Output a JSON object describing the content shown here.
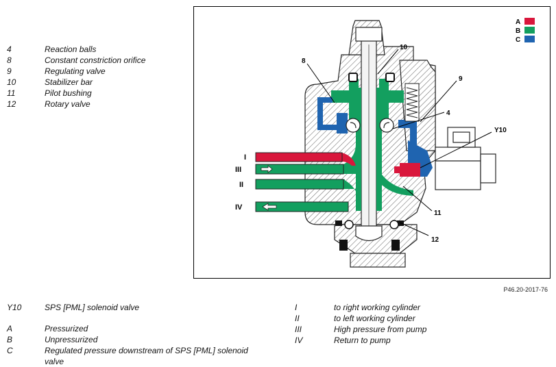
{
  "figure": {
    "reference": "P46.20-2017-76",
    "color_key": [
      {
        "label": "A",
        "color": "#d9173c"
      },
      {
        "label": "B",
        "color": "#139f5f"
      },
      {
        "label": "C",
        "color": "#1f64b0"
      }
    ],
    "callouts": [
      "8",
      "10",
      "9",
      "4",
      "Y10",
      "11",
      "12"
    ],
    "port_labels": [
      "I",
      "III",
      "II",
      "IV"
    ]
  },
  "legend_components": [
    {
      "key": "4",
      "text": "Reaction balls"
    },
    {
      "key": "8",
      "text": "Constant constriction orifice"
    },
    {
      "key": "9",
      "text": "Regulating valve"
    },
    {
      "key": "10",
      "text": "Stabilizer bar"
    },
    {
      "key": "11",
      "text": "Pilot bushing"
    },
    {
      "key": "12",
      "text": "Rotary valve"
    }
  ],
  "legend_solenoid": [
    {
      "key": "Y10",
      "text": "SPS [PML] solenoid valve"
    }
  ],
  "legend_pressure": [
    {
      "key": "A",
      "text": "Pressurized"
    },
    {
      "key": "B",
      "text": "Unpressurized"
    },
    {
      "key": "C",
      "text": "Regulated pressure downstream of SPS [PML] solenoid valve"
    }
  ],
  "legend_lines": [
    {
      "key": "I",
      "text": "to right working cylinder"
    },
    {
      "key": "II",
      "text": "to left working cylinder"
    },
    {
      "key": "III",
      "text": "High pressure from pump"
    },
    {
      "key": "IV",
      "text": "Return to pump"
    }
  ]
}
